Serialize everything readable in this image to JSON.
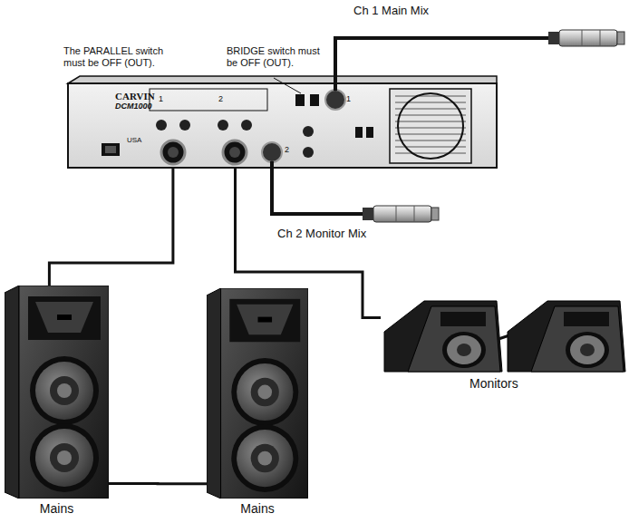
{
  "diagram": {
    "nodes": [
      {
        "text": [
          "CARVIN",
          "DCM1000"
        ]
      },
      {
        "text": [
          "Mains"
        ]
      },
      {
        "text": [
          "Mains"
        ]
      },
      {
        "text": [
          "Monitors"
        ]
      }
    ],
    "edges": [
      {
        "from": 0,
        "to": 1,
        "arrow": "none"
      },
      {
        "from": 1,
        "to": 2,
        "arrow": "none"
      },
      {
        "from": 0,
        "to": 3,
        "arrow": "none"
      }
    ],
    "labels": [
      "Ch 1 Main Mix",
      "The PARALLEL switch must be OFF (OUT).",
      "BRIDGE switch must be OFF (OUT).",
      "Ch 2 Monitor Mix",
      "1",
      "2",
      "1",
      "2",
      "USA"
    ]
  }
}
